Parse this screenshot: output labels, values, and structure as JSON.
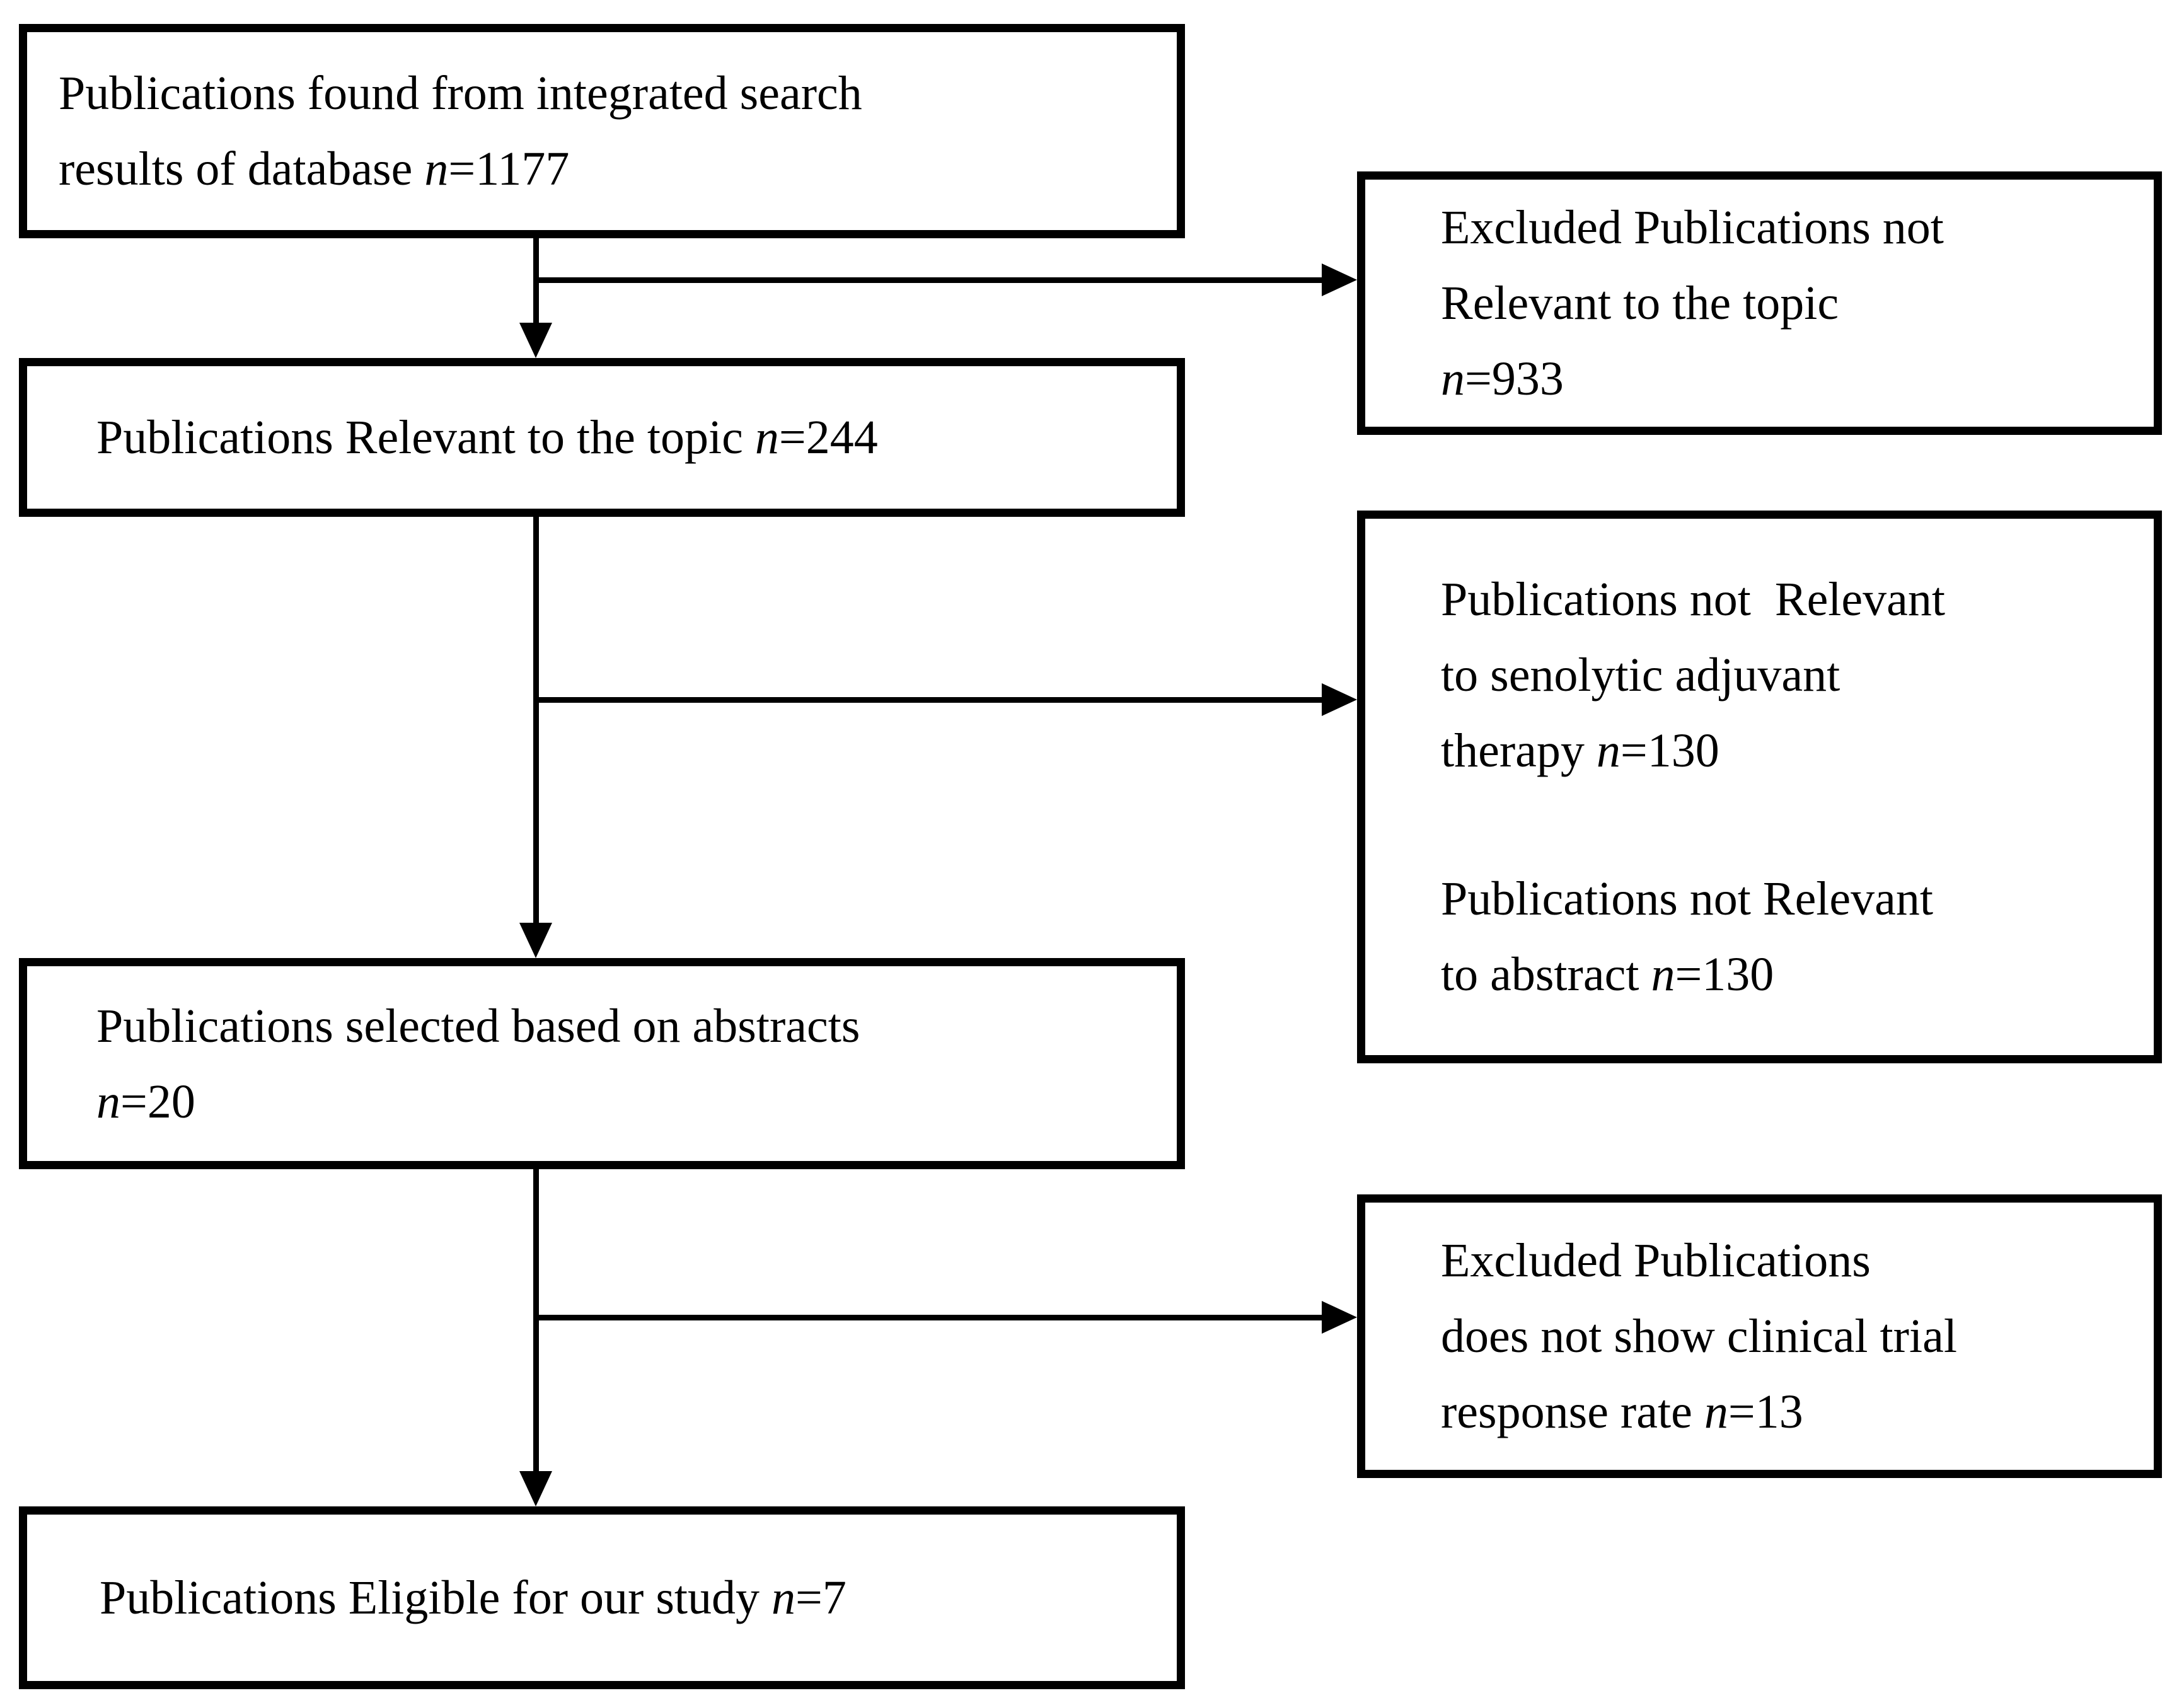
{
  "figure": {
    "type": "flow-diagram",
    "colors": {
      "line": "#000000",
      "background": "#ffffff",
      "text": "#000000"
    },
    "boxes": [
      {
        "name": "publications-found",
        "paragraphs": [
          [
            [
              {
                "t": "Publications found from integrated search"
              }
            ],
            [
              {
                "t": "results of database "
              },
              {
                "t": "n",
                "i": true
              },
              {
                "t": "=1177"
              }
            ]
          ]
        ]
      },
      {
        "name": "excluded-not-relevant-topic",
        "paragraphs": [
          [
            [
              {
                "t": "Excluded Publications not"
              }
            ],
            [
              {
                "t": "Relevant to the topic"
              }
            ],
            [
              {
                "t": "n",
                "i": true
              },
              {
                "t": "=933"
              }
            ]
          ]
        ]
      },
      {
        "name": "publications-relevant-topic",
        "paragraphs": [
          [
            [
              {
                "t": "Publications Relevant to the topic "
              },
              {
                "t": "n",
                "i": true
              },
              {
                "t": "=244"
              }
            ]
          ]
        ]
      },
      {
        "name": "not-relevant-senolytic-and-abstract",
        "paragraphs": [
          [
            [
              {
                "t": "Publications not  Relevant"
              }
            ],
            [
              {
                "t": "to senolytic adjuvant"
              }
            ],
            [
              {
                "t": "therapy "
              },
              {
                "t": "n",
                "i": true
              },
              {
                "t": "=130"
              }
            ]
          ],
          [
            [
              {
                "t": "Publications not Relevant"
              }
            ],
            [
              {
                "t": "to abstract "
              },
              {
                "t": "n",
                "i": true
              },
              {
                "t": "=130"
              }
            ]
          ]
        ]
      },
      {
        "name": "publications-selected-abstracts",
        "paragraphs": [
          [
            [
              {
                "t": "Publications selected based on abstracts"
              }
            ],
            [
              {
                "t": "n",
                "i": true
              },
              {
                "t": "=20"
              }
            ]
          ]
        ]
      },
      {
        "name": "excluded-no-clinical-trial-response-rate",
        "paragraphs": [
          [
            [
              {
                "t": "Excluded Publications"
              }
            ],
            [
              {
                "t": "does not show clinical trial"
              }
            ],
            [
              {
                "t": "response rate "
              },
              {
                "t": "n",
                "i": true
              },
              {
                "t": "=13"
              }
            ]
          ]
        ]
      },
      {
        "name": "publications-eligible",
        "paragraphs": [
          [
            [
              {
                "t": "Publications Eligible for our study "
              },
              {
                "t": "n",
                "i": true
              },
              {
                "t": "=7"
              }
            ]
          ]
        ]
      }
    ]
  }
}
